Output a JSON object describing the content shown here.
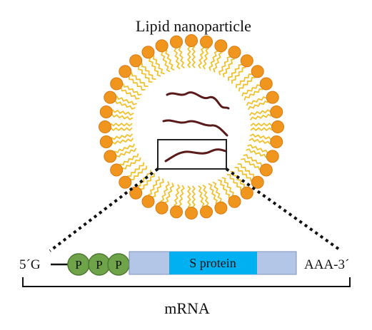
{
  "title": "Lipid nanoparticle",
  "mrna": {
    "five_prime": "5´G",
    "cap_groups": [
      "P",
      "P",
      "P"
    ],
    "coding_region": "S protein",
    "three_prime": "AAA-3´",
    "label": "mRNA"
  },
  "colors": {
    "lipid_head": "#F0961E",
    "lipid_head_edge": "#D97A10",
    "lipid_tail": "#F2C12E",
    "phosphate": "#6FA34A",
    "utr_region": "#B4C6E7",
    "coding_region": "#00B0F0",
    "mrna_strand": "#5A1A1A"
  }
}
